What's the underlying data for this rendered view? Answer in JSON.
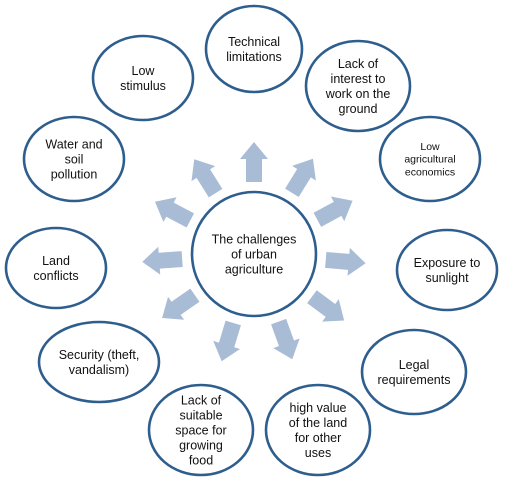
{
  "diagram": {
    "center": {
      "lines": [
        "The challenges",
        "of urban",
        "agriculture"
      ]
    },
    "nodes": [
      {
        "id": "technical-limitations",
        "lines": [
          "Technical",
          "limitations"
        ]
      },
      {
        "id": "lack-of-interest",
        "lines": [
          "Lack of",
          "interest to",
          "work on the",
          "ground"
        ]
      },
      {
        "id": "low-agricultural-economics",
        "lines": [
          "Low",
          "agricultural",
          "economics"
        ]
      },
      {
        "id": "exposure-to-sunlight",
        "lines": [
          "Exposure to",
          "sunlight"
        ]
      },
      {
        "id": "legal-requirements",
        "lines": [
          "Legal",
          "requirements"
        ]
      },
      {
        "id": "high-value-of-land",
        "lines": [
          "high value",
          "of the land",
          "for other",
          "uses"
        ]
      },
      {
        "id": "lack-of-suitable-space",
        "lines": [
          "Lack of",
          "suitable",
          "space for",
          "growing",
          "food"
        ]
      },
      {
        "id": "security",
        "lines": [
          "Security (theft,",
          "vandalism)"
        ]
      },
      {
        "id": "land-conflicts",
        "lines": [
          "Land",
          "conflicts"
        ]
      },
      {
        "id": "water-and-soil-pollution",
        "lines": [
          "Water and",
          "soil",
          "pollution"
        ]
      },
      {
        "id": "low-stimulus",
        "lines": [
          "Low",
          "stimulus"
        ]
      }
    ],
    "colors": {
      "circle_stroke": "#2e5e8e",
      "arrow_fill": "#a9bcd6",
      "text": "#111111"
    }
  }
}
